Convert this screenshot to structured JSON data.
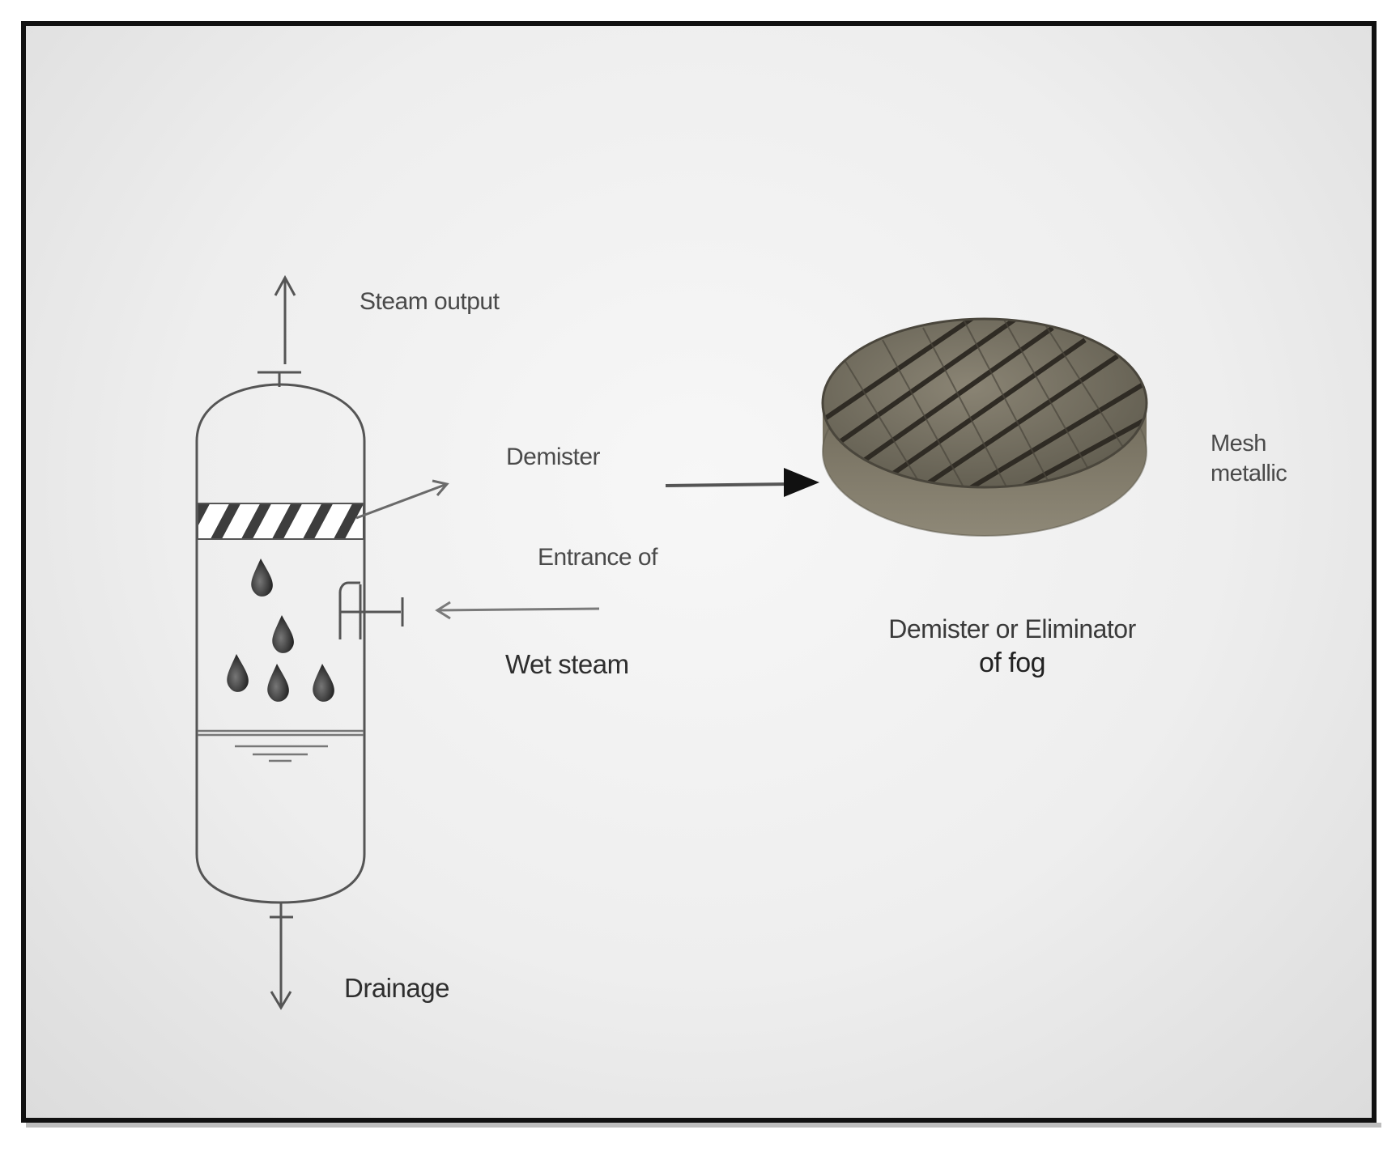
{
  "labels": {
    "steam_output": "Steam output",
    "demister": "Demister",
    "entrance_of": "Entrance of",
    "wet_steam": "Wet steam",
    "drainage": "Drainage",
    "mesh_line1": "Mesh",
    "mesh_line2": "metallic",
    "caption_line1": "Demister or Eliminator",
    "caption_line2": "of fog"
  },
  "colors": {
    "frame_border": "#111111",
    "vessel_stroke": "#555555",
    "pad_fill": "#6f6a5c",
    "pad_grid": "#2f2b24",
    "arrow_dark": "#1a1a1a"
  },
  "icons": {
    "droplets": "water-drop-icon",
    "pointer": "arrow-right-icon"
  }
}
